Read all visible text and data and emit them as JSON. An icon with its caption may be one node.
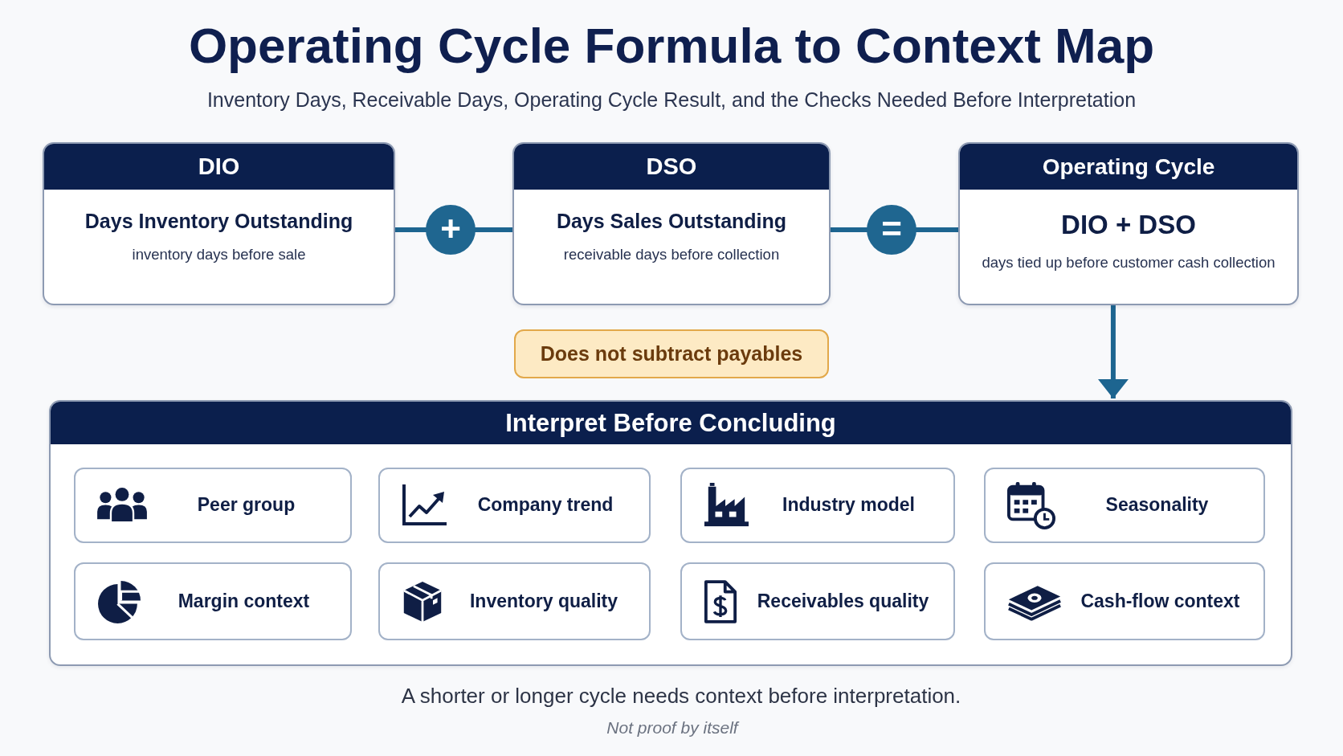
{
  "diagram": {
    "title": "Operating Cycle Formula to Context Map",
    "caption": "A shorter or longer cycle needs context before interpretation.",
    "nodes": [
      {
        "text": [
          "DIO",
          "Days Inventory Outstanding",
          "inventory days before sale"
        ]
      },
      {
        "text": [
          "+"
        ]
      },
      {
        "text": [
          "DSO",
          "Days Sales Outstanding",
          "receivable days before collection"
        ]
      },
      {
        "text": [
          "="
        ]
      },
      {
        "text": [
          "Operating Cycle",
          "DIO + DSO",
          "days tied up before customer cash collection"
        ]
      },
      {
        "text": [
          "Does not subtract payables"
        ]
      },
      {
        "text": [
          "Interpret Before Concluding"
        ]
      },
      {
        "text": [
          "Peer group"
        ],
        "in": 6
      },
      {
        "text": [
          "Company trend"
        ],
        "in": 6
      },
      {
        "text": [
          "Industry model"
        ],
        "in": 6
      },
      {
        "text": [
          "Seasonality"
        ],
        "in": 6
      },
      {
        "text": [
          "Margin context"
        ],
        "in": 6
      },
      {
        "text": [
          "Inventory quality"
        ],
        "in": 6
      },
      {
        "text": [
          "Receivables quality"
        ],
        "in": 6
      },
      {
        "text": [
          "Cash-flow context"
        ],
        "in": 6
      }
    ],
    "edges": [
      {
        "from": 0,
        "to": 1,
        "arrow": "none"
      },
      {
        "from": 1,
        "to": 2,
        "arrow": "none"
      },
      {
        "from": 2,
        "to": 3,
        "arrow": "none"
      },
      {
        "from": 3,
        "to": 4,
        "arrow": "none"
      },
      {
        "from": 4,
        "to": 6,
        "arrow": "to"
      }
    ],
    "labels": [
      "Inventory Days, Receivable Days, Operating Cycle Result, and the Checks Needed Before Interpretation",
      "Not proof by itself"
    ]
  }
}
